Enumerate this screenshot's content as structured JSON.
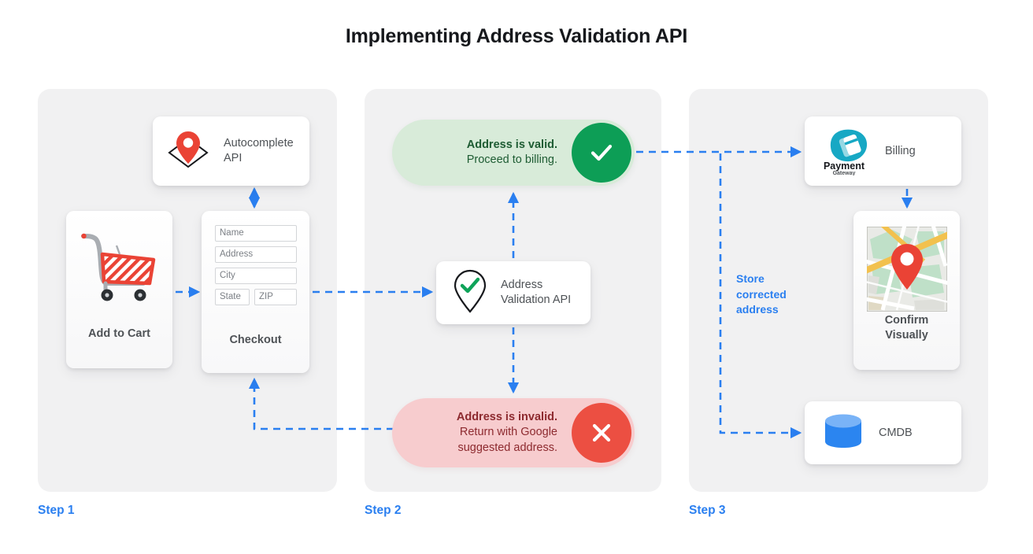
{
  "title": "Implementing Address Validation API",
  "accent_color": "#2a7ff0",
  "panel_bg": "#f1f1f2",
  "steps": [
    {
      "label": "Step 1"
    },
    {
      "label": "Step 2"
    },
    {
      "label": "Step 3"
    }
  ],
  "step1": {
    "autocomplete_card": {
      "label": "Autocomplete API",
      "icon": "map-pin-envelope-icon"
    },
    "cart_card": {
      "label": "Add to Cart",
      "icon": "shopping-cart-icon"
    },
    "checkout_card": {
      "label": "Checkout",
      "fields": [
        {
          "name": "name",
          "placeholder": "Name"
        },
        {
          "name": "address",
          "placeholder": "Address"
        },
        {
          "name": "city",
          "placeholder": "City"
        },
        {
          "name": "state",
          "placeholder": "State"
        },
        {
          "name": "zip",
          "placeholder": "ZIP"
        }
      ]
    }
  },
  "step2": {
    "valid_pill": {
      "heading": "Address is valid.",
      "subtext": "Proceed to billing.",
      "badge_icon": "check-icon",
      "badge_color": "#0d9e56",
      "bg_color": "#d8ebd9"
    },
    "validation_card": {
      "line1": "Address",
      "line2": "Validation API",
      "icon": "map-pin-check-icon"
    },
    "invalid_pill": {
      "heading": "Address is invalid.",
      "subtext_line1": "Return with Google",
      "subtext_line2": "suggested address.",
      "badge_icon": "close-icon",
      "badge_color": "#ec4f42",
      "bg_color": "#f7ccce"
    }
  },
  "step3": {
    "billing_card": {
      "label": "Billing",
      "icon": "payment-gateway-icon",
      "logo_line1": "Payment",
      "logo_line2": "Gateway"
    },
    "confirm_card": {
      "line1": "Confirm",
      "line2": "Visually",
      "icon": "map-thumbnail-icon"
    },
    "cmdb_card": {
      "label": "CMDB",
      "icon": "database-icon"
    },
    "store_note_line1": "Store",
    "store_note_line2": "corrected",
    "store_note_line3": "address"
  }
}
